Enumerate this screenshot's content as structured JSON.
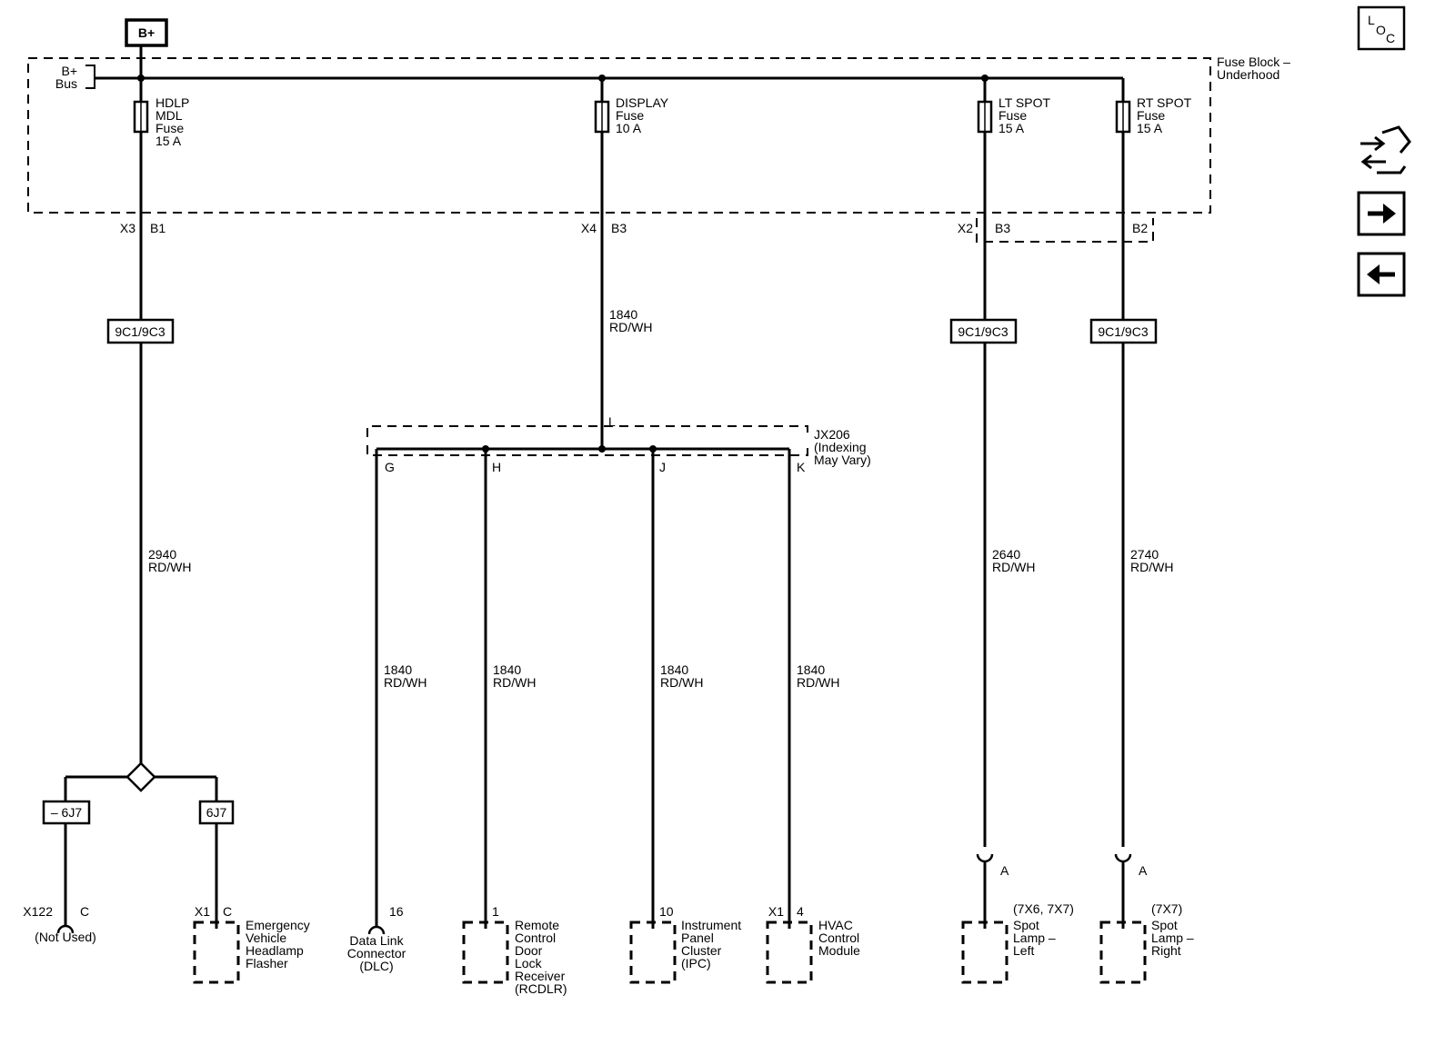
{
  "nav": {
    "loc_l": "L",
    "loc_o": "O",
    "loc_c": "C"
  },
  "source": {
    "label": "B+"
  },
  "fuse_block": {
    "name_line1": "Fuse Block –",
    "name_line2": "Underhood",
    "bus_line1": "B+",
    "bus_line2": "Bus",
    "fuses": [
      {
        "lines": [
          "HDLP",
          "MDL",
          "Fuse",
          "15 A"
        ]
      },
      {
        "lines": [
          "DISPLAY",
          "Fuse",
          "10 A"
        ]
      },
      {
        "lines": [
          "LT SPOT",
          "Fuse",
          "15 A"
        ]
      },
      {
        "lines": [
          "RT SPOT",
          "Fuse",
          "15 A"
        ]
      }
    ],
    "pins": {
      "x3": "X3",
      "b1": "B1",
      "x4": "X4",
      "b3_display": "B3",
      "x2": "X2",
      "b3_spot": "B3",
      "b2": "B2"
    }
  },
  "connectors": {
    "hdlp": "9C1/9C3",
    "lt_spot": "9C1/9C3",
    "rt_spot": "9C1/9C3",
    "left_6j7": "– 6J7",
    "right_6j7": "6J7"
  },
  "wires": {
    "display_main": [
      "1840",
      "RD/WH"
    ],
    "hdlp": [
      "2940",
      "RD/WH"
    ],
    "lt_spot": [
      "2640",
      "RD/WH"
    ],
    "rt_spot": [
      "2740",
      "RD/WH"
    ],
    "branch_g": [
      "1840",
      "RD/WH"
    ],
    "branch_h": [
      "1840",
      "RD/WH"
    ],
    "branch_j": [
      "1840",
      "RD/WH"
    ],
    "branch_k": [
      "1840",
      "RD/WH"
    ]
  },
  "splice": {
    "name": [
      "JX206",
      "(Indexing",
      "May Vary)"
    ],
    "pin_l": "L",
    "pins": [
      "G",
      "H",
      "J",
      "K"
    ]
  },
  "components": {
    "x122": {
      "connector": "X122",
      "pin": "C",
      "name": [
        "(Not Used)"
      ]
    },
    "flasher": {
      "connector": "X1",
      "pin": "C",
      "name": [
        "Emergency",
        "Vehicle",
        "Headlamp",
        "Flasher"
      ]
    },
    "dlc": {
      "pin": "16",
      "name": [
        "Data Link",
        "Connector",
        "(DLC)"
      ]
    },
    "rcdlr": {
      "pin": "1",
      "name": [
        "Remote",
        "Control",
        "Door",
        "Lock",
        "Receiver",
        "(RCDLR)"
      ]
    },
    "ipc": {
      "pin": "10",
      "name": [
        "Instrument",
        "Panel",
        "Cluster",
        "(IPC)"
      ]
    },
    "hvac": {
      "connector": "X1",
      "pin": "4",
      "name": [
        "HVAC",
        "Control",
        "Module"
      ]
    },
    "lamp_left": {
      "pin": "A",
      "option": "(7X6, 7X7)",
      "name": [
        "Spot",
        "Lamp –",
        "Left"
      ]
    },
    "lamp_right": {
      "pin": "A",
      "option": "(7X7)",
      "name": [
        "Spot",
        "Lamp –",
        "Right"
      ]
    }
  }
}
